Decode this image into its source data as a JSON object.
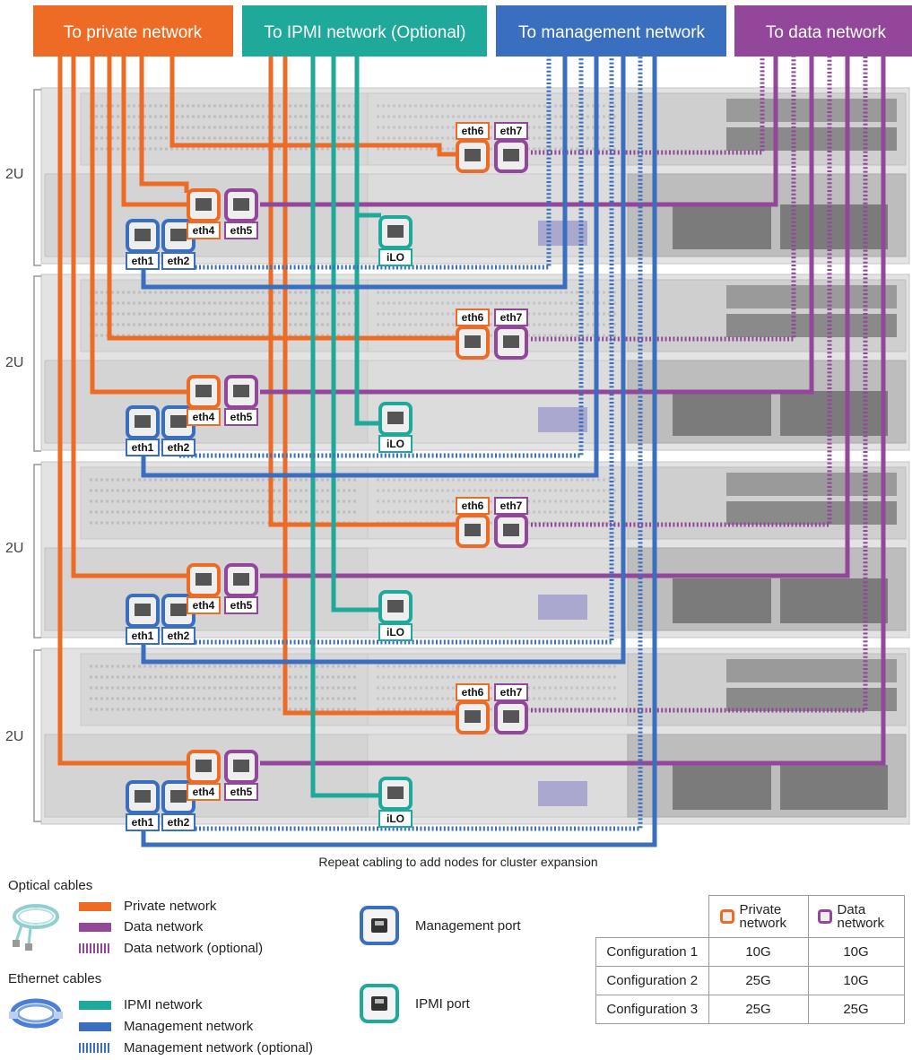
{
  "headers": [
    {
      "label": "To private network",
      "color": "#ee6b25"
    },
    {
      "label": "To IPMI network (Optional)",
      "color": "#1ea99a"
    },
    {
      "label": "To management network",
      "color": "#3a6fc0"
    },
    {
      "label": "To data network",
      "color": "#92479b"
    }
  ],
  "colors": {
    "private": "#ee6b25",
    "ipmi": "#1ea99a",
    "management": "#3a6fc0",
    "data": "#92479b"
  },
  "nodes": [
    {
      "height_label": "2U"
    },
    {
      "height_label": "2U"
    },
    {
      "height_label": "2U"
    },
    {
      "height_label": "2U"
    }
  ],
  "ports": {
    "eth1": "eth1",
    "eth2": "eth2",
    "eth4": "eth4",
    "eth5": "eth5",
    "eth6": "eth6",
    "eth7": "eth7",
    "ilo": "iLO"
  },
  "repeat_note": "Repeat cabling to add nodes for cluster expansion",
  "legend": {
    "optical_title": "Optical cables",
    "optical_items": [
      {
        "label": "Private network",
        "color": "#ee6b25",
        "style": "solid"
      },
      {
        "label": "Data network",
        "color": "#92479b",
        "style": "solid"
      },
      {
        "label": "Data network (optional)",
        "color": "#92479b",
        "style": "dotted"
      }
    ],
    "ethernet_title": "Ethernet cables",
    "ethernet_items": [
      {
        "label": "IPMI network",
        "color": "#1ea99a",
        "style": "solid"
      },
      {
        "label": "Management network",
        "color": "#3a6fc0",
        "style": "solid"
      },
      {
        "label": "Management network (optional)",
        "color": "#3a6fc0",
        "style": "dotted"
      }
    ],
    "management_port": "Management port",
    "ipmi_port": "IPMI port"
  },
  "config_table": {
    "col_private": "Private network",
    "col_data": "Data network",
    "rows": [
      {
        "name": "Configuration 1",
        "private": "10G",
        "data": "10G"
      },
      {
        "name": "Configuration 2",
        "private": "25G",
        "data": "10G"
      },
      {
        "name": "Configuration 3",
        "private": "25G",
        "data": "25G"
      }
    ]
  }
}
